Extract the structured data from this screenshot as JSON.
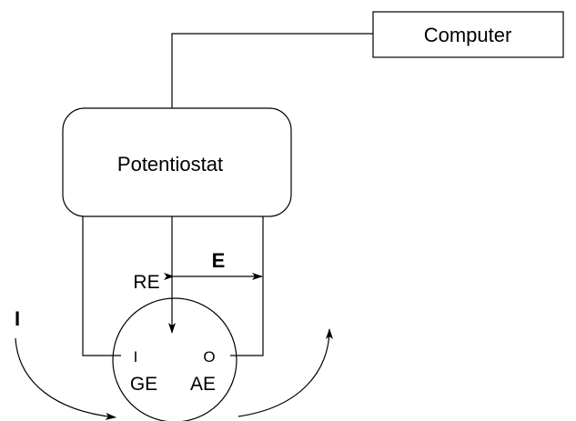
{
  "labels": {
    "computer": "Computer",
    "potentiostat": "Potentiostat",
    "reference_electrode": "RE",
    "potential": "E",
    "current": "I",
    "working_electrode_terminal": "I",
    "working_electrode": "GE",
    "counter_electrode_terminal": "O",
    "counter_electrode": "AE"
  }
}
